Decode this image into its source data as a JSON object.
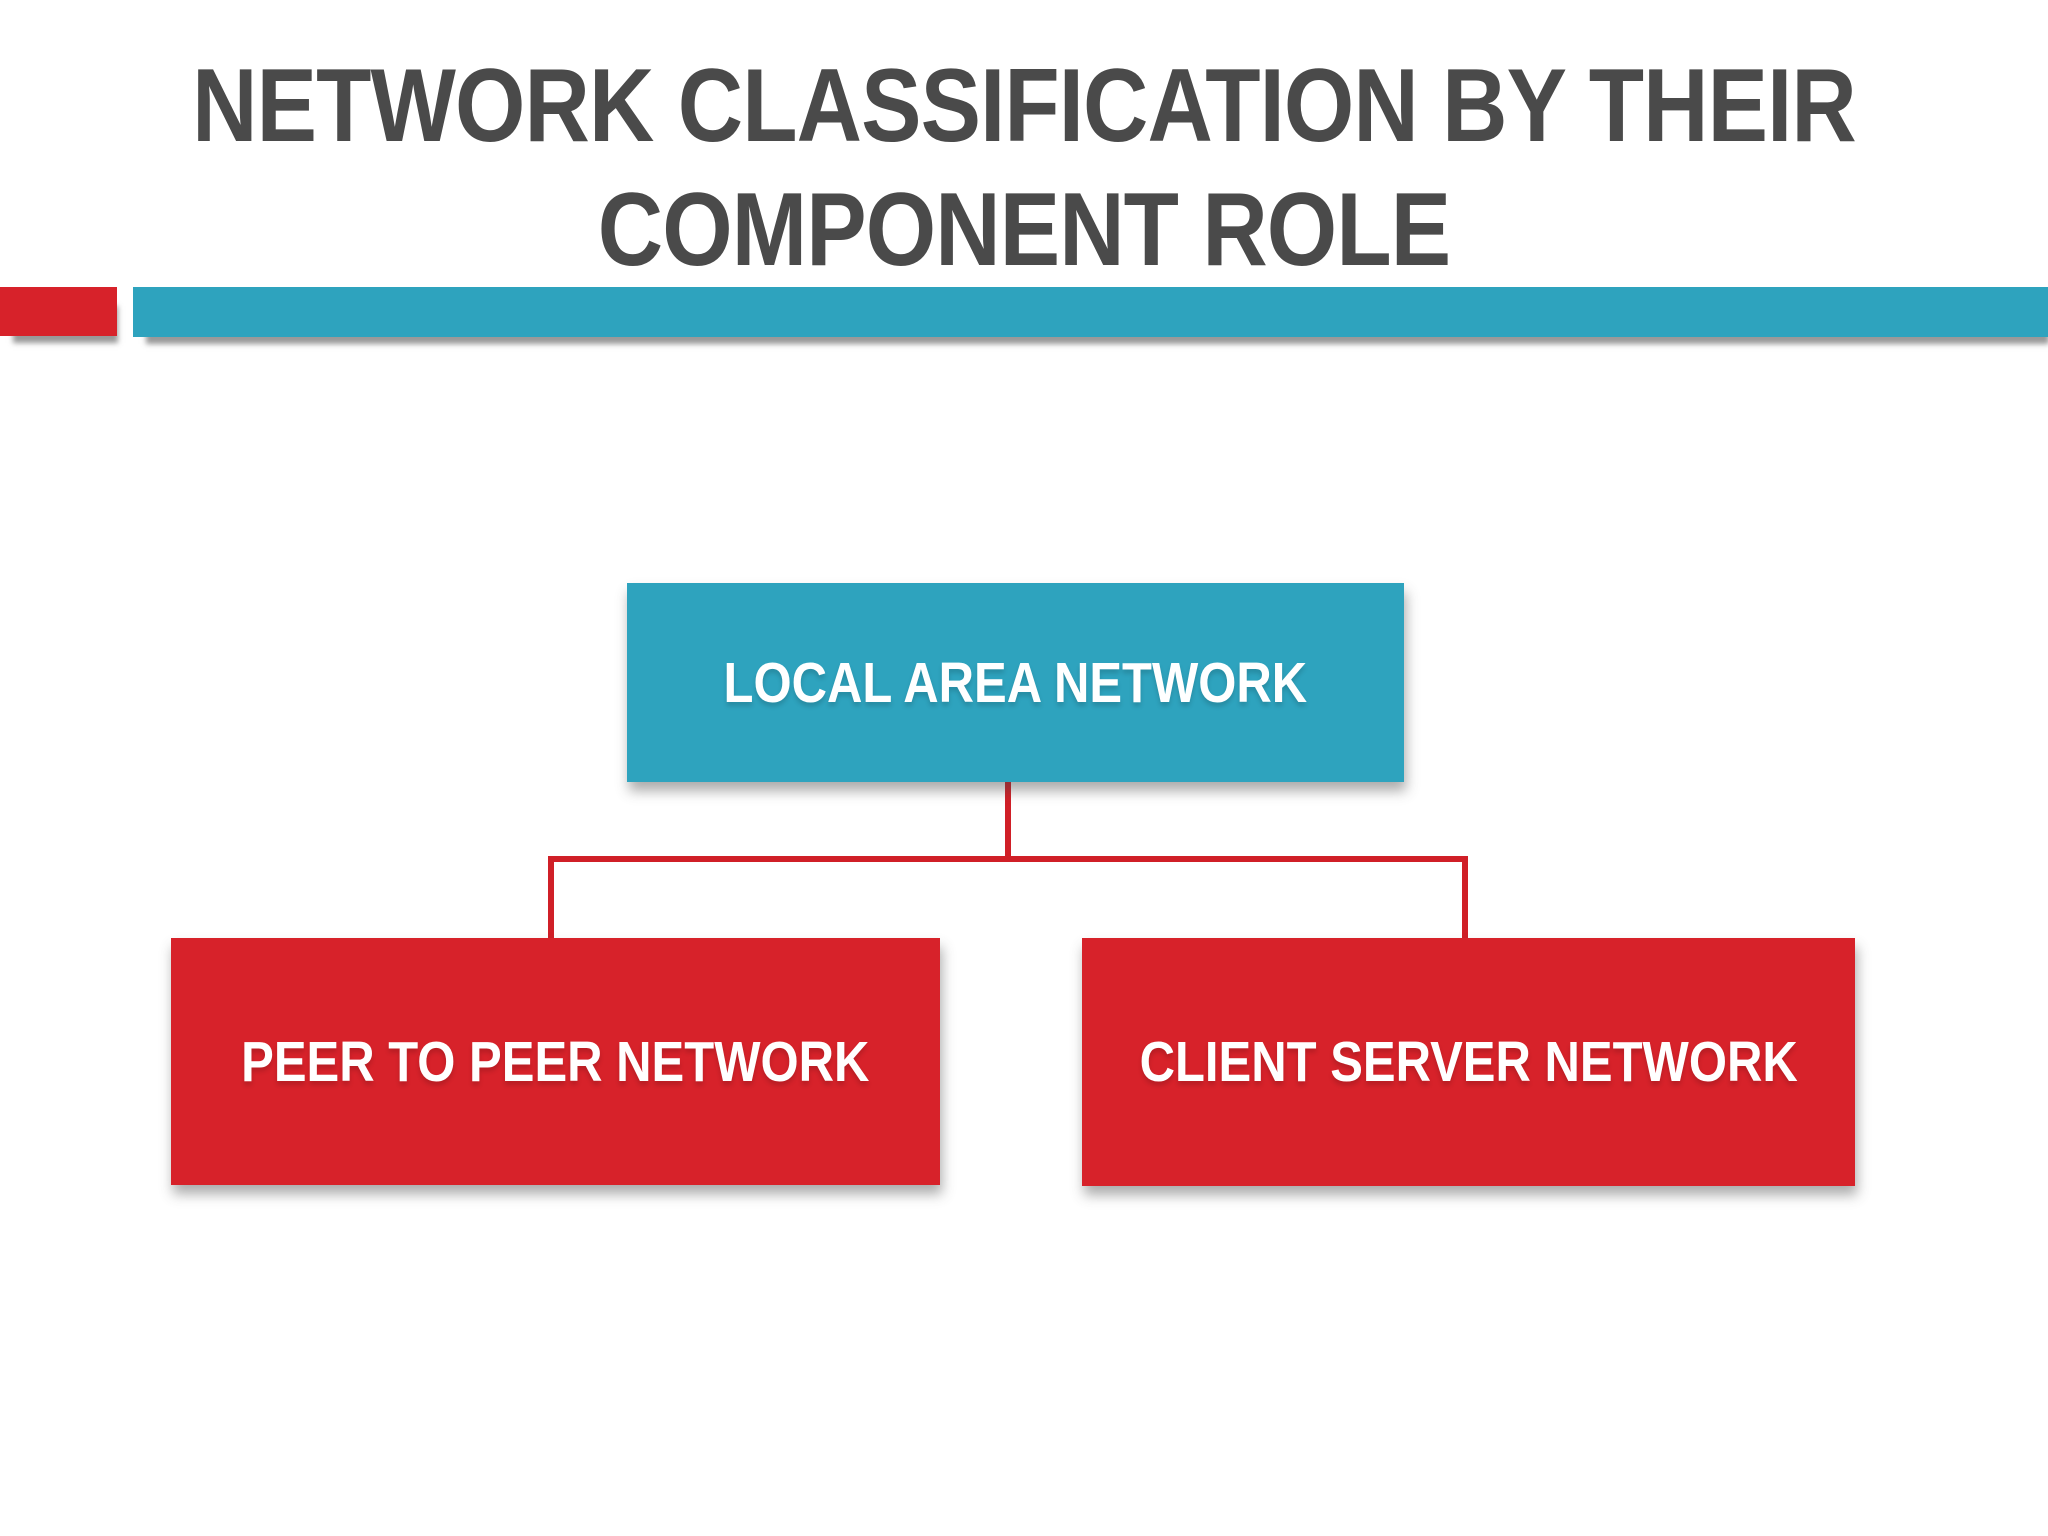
{
  "slide": {
    "title": {
      "line1": "NETWORK CLASSIFICATION BY THEIR",
      "line2": "COMPONENT ROLE"
    },
    "colors": {
      "title_text": "#4A4A4A",
      "accent_red": "#D7222A",
      "accent_teal": "#2EA3BE",
      "connector_red": "#D01F27",
      "node_text": "#FFFFFF",
      "background": "#FFFFFF"
    }
  },
  "chart_data": {
    "type": "diagram",
    "title": "NETWORK CLASSIFICATION BY THEIR COMPONENT ROLE",
    "layout": "hierarchy-top-down",
    "nodes": [
      {
        "id": "lan",
        "label": "LOCAL AREA NETWORK",
        "level": 0,
        "color": "#2EA3BE"
      },
      {
        "id": "p2p",
        "label": "PEER TO PEER NETWORK",
        "level": 1,
        "color": "#D7222A"
      },
      {
        "id": "cs",
        "label": "CLIENT SERVER NETWORK",
        "level": 1,
        "color": "#D7222A"
      }
    ],
    "edges": [
      {
        "from": "lan",
        "to": "p2p"
      },
      {
        "from": "lan",
        "to": "cs"
      }
    ]
  }
}
